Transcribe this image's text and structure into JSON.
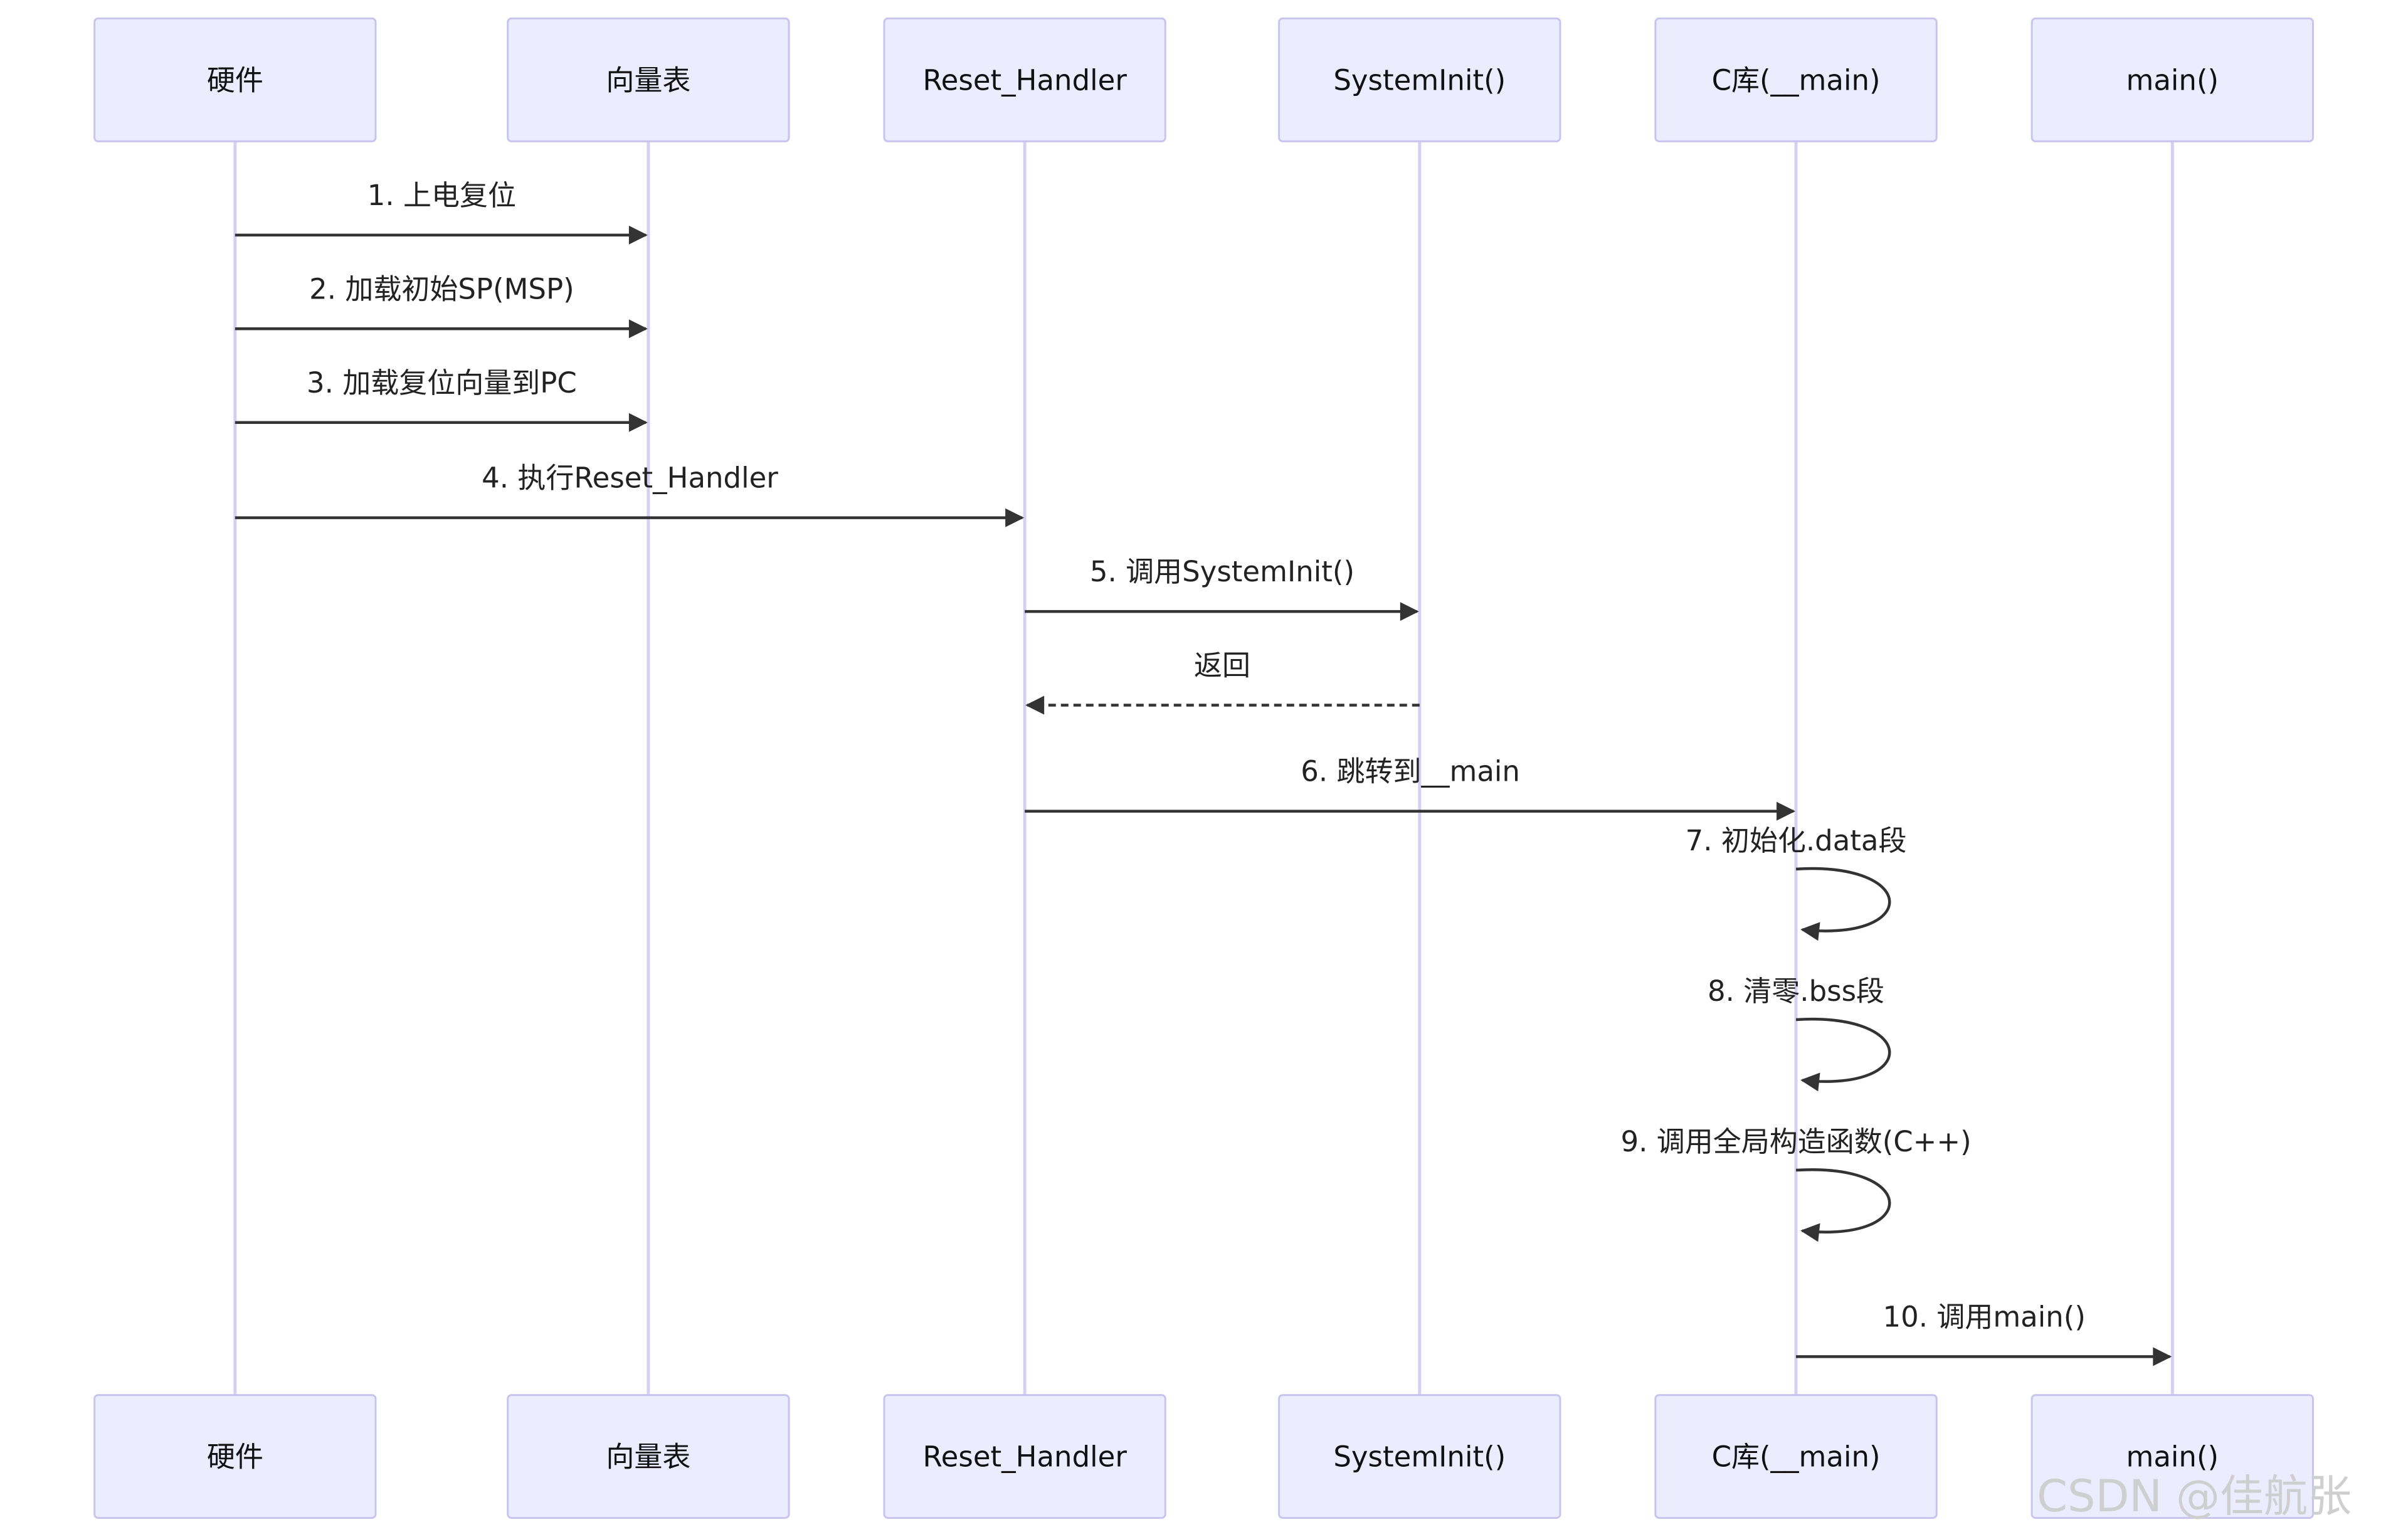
{
  "participants": [
    {
      "id": "hw",
      "label": "硬件"
    },
    {
      "id": "vt",
      "label": "向量表"
    },
    {
      "id": "rh",
      "label": "Reset_Handler"
    },
    {
      "id": "si",
      "label": "SystemInit()"
    },
    {
      "id": "cl",
      "label": "C库(__main)"
    },
    {
      "id": "mn",
      "label": "main()"
    }
  ],
  "messages": [
    {
      "from": "hw",
      "to": "vt",
      "label": "1. 上电复位",
      "style": "solid"
    },
    {
      "from": "hw",
      "to": "vt",
      "label": "2. 加载初始SP(MSP)",
      "style": "solid"
    },
    {
      "from": "hw",
      "to": "vt",
      "label": "3. 加载复位向量到PC",
      "style": "solid"
    },
    {
      "from": "hw",
      "to": "rh",
      "label": "4. 执行Reset_Handler",
      "style": "solid"
    },
    {
      "from": "rh",
      "to": "si",
      "label": "5. 调用SystemInit()",
      "style": "solid"
    },
    {
      "from": "si",
      "to": "rh",
      "label": "返回",
      "style": "dashed"
    },
    {
      "from": "rh",
      "to": "cl",
      "label": "6. 跳转到__main",
      "style": "solid"
    },
    {
      "from": "cl",
      "to": "cl",
      "label": "7. 初始化.data段",
      "style": "self"
    },
    {
      "from": "cl",
      "to": "cl",
      "label": "8. 清零.bss段",
      "style": "self"
    },
    {
      "from": "cl",
      "to": "cl",
      "label": "9. 调用全局构造函数(C++)",
      "style": "self"
    },
    {
      "from": "cl",
      "to": "mn",
      "label": "10. 调用main()",
      "style": "solid"
    }
  ],
  "watermark": "CSDN @佳航张",
  "colors": {
    "actor_fill": "#ececff",
    "actor_stroke": "#c9c3ef",
    "lifeline": "#d6cff3",
    "arrow": "#333333"
  }
}
